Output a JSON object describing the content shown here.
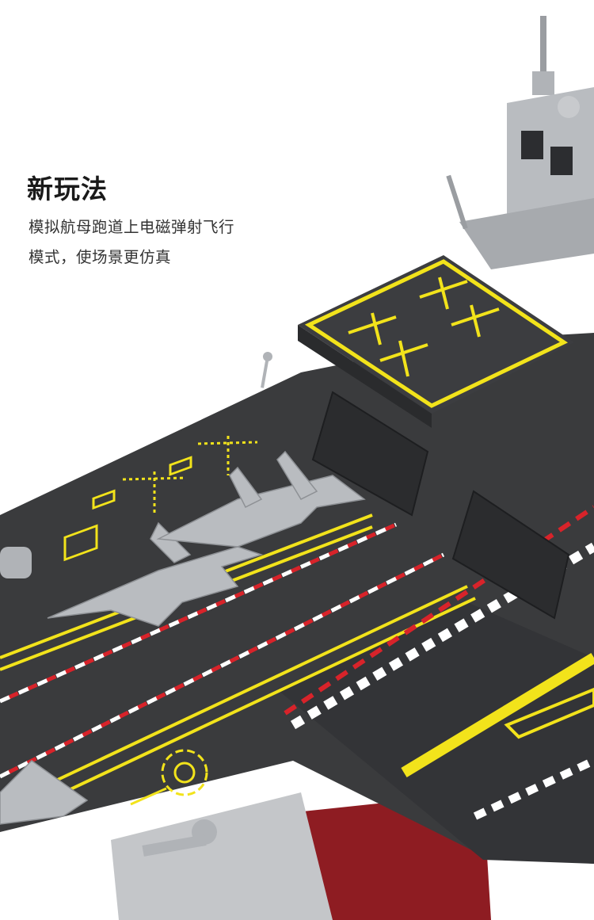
{
  "feature": {
    "title": "新玩法",
    "description_lines": [
      "模拟航母跑道上电磁弹射飞行",
      "模式，使场景更仿真"
    ]
  },
  "colors": {
    "deck": "#3a3b3d",
    "deck_marking_yellow": "#f2e31b",
    "deck_marking_red": "#d8232a",
    "hull": "#8e1c22",
    "superstructure": "#b9bcc0"
  }
}
